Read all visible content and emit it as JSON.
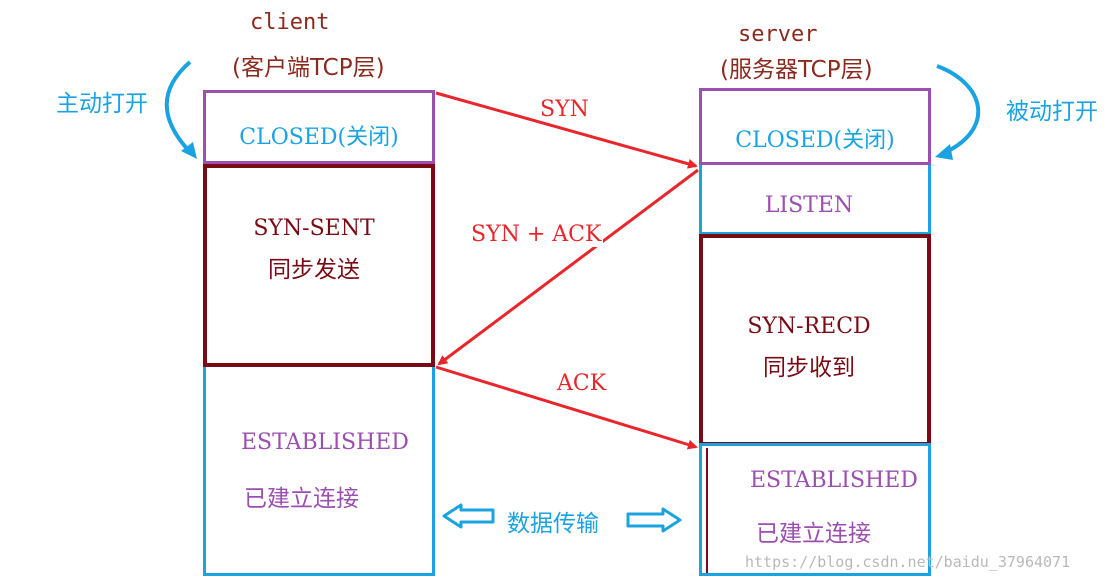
{
  "client": {
    "name": "client",
    "layer": "(客户端TCP层)",
    "action": "主动打开",
    "closed": "CLOSED(关闭)",
    "syn_sent": "SYN-SENT",
    "syn_sent_cn": "同步发送",
    "established": "ESTABLISHED",
    "established_cn": "已建立连接"
  },
  "server": {
    "name": "server",
    "layer": "(服务器TCP层)",
    "action": "被动打开",
    "closed": "CLOSED(关闭)",
    "listen": "LISTEN",
    "syn_recd": "SYN-RECD",
    "syn_recd_cn": "同步收到",
    "established": "ESTABLISHED",
    "established_cn": "已建立连接"
  },
  "messages": {
    "syn": "SYN",
    "syn_ack": "SYN + ACK",
    "ack": "ACK"
  },
  "transfer": "数据传输",
  "watermark": "https://blog.csdn.net/baidu_37964071",
  "colors": {
    "purple": "#9b4fb0",
    "maroon": "#7a0a14",
    "blue": "#1aa3e0",
    "red": "#e8262b",
    "client_text": "#8b2a1e"
  }
}
